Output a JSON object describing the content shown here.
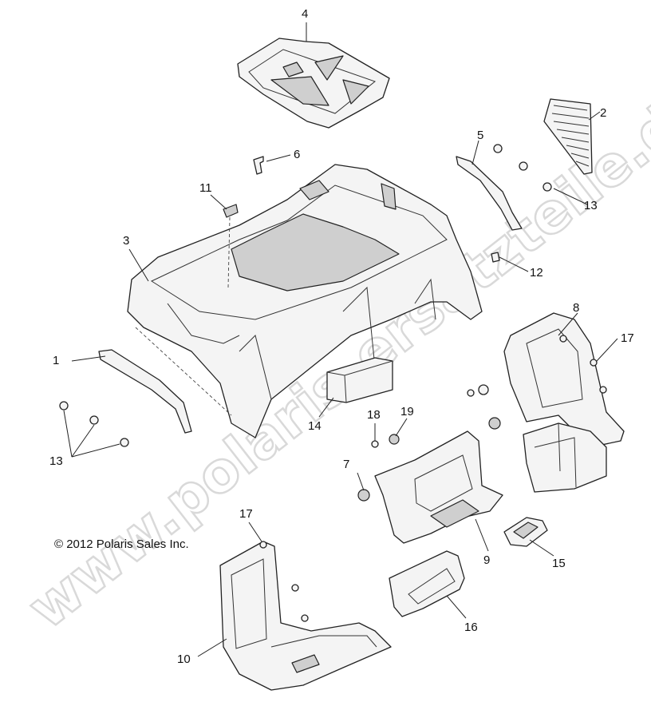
{
  "copyright": "© 2012 Polaris Sales Inc.",
  "watermark": "www.polaris-ersatzteile.de",
  "callouts": [
    {
      "id": "c1",
      "label": "1"
    },
    {
      "id": "c2",
      "label": "2"
    },
    {
      "id": "c3",
      "label": "3"
    },
    {
      "id": "c4",
      "label": "4"
    },
    {
      "id": "c5",
      "label": "5"
    },
    {
      "id": "c6",
      "label": "6"
    },
    {
      "id": "c7",
      "label": "7"
    },
    {
      "id": "c8",
      "label": "8"
    },
    {
      "id": "c9",
      "label": "9"
    },
    {
      "id": "c10",
      "label": "10"
    },
    {
      "id": "c11",
      "label": "11"
    },
    {
      "id": "c12",
      "label": "12"
    },
    {
      "id": "c13a",
      "label": "13"
    },
    {
      "id": "c13b",
      "label": "13"
    },
    {
      "id": "c14",
      "label": "14"
    },
    {
      "id": "c15",
      "label": "15"
    },
    {
      "id": "c16",
      "label": "16"
    },
    {
      "id": "c17a",
      "label": "17"
    },
    {
      "id": "c17b",
      "label": "17"
    },
    {
      "id": "c18",
      "label": "18"
    },
    {
      "id": "c19",
      "label": "19"
    }
  ]
}
